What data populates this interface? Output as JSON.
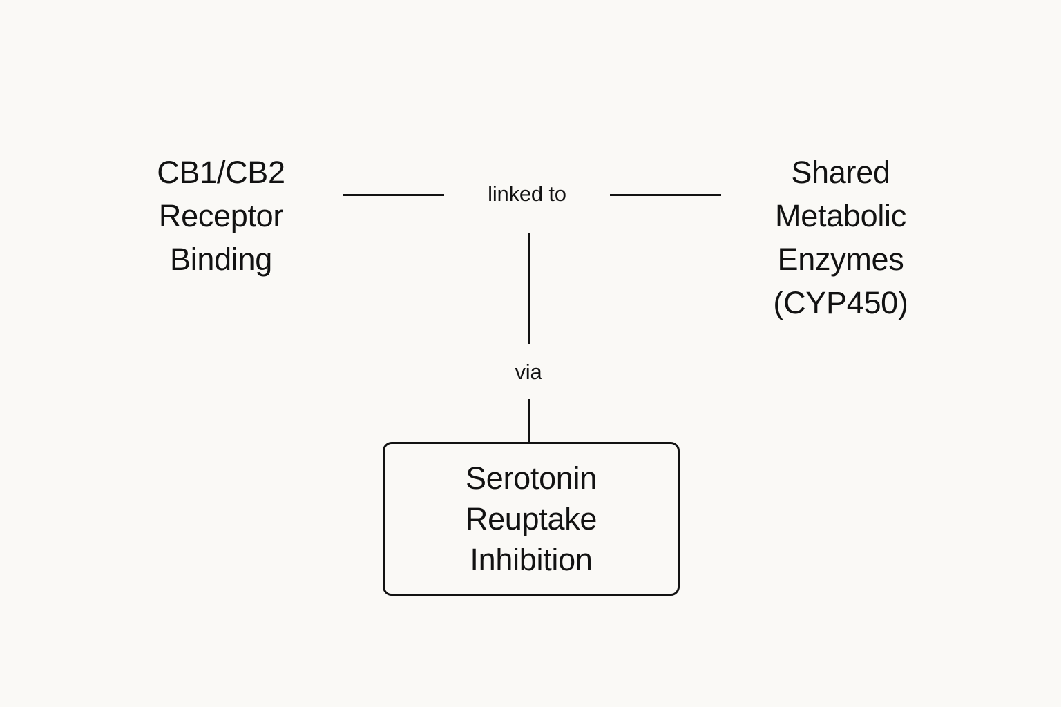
{
  "diagram": {
    "background_color": "#faf9f6",
    "ink_color": "#121212",
    "nodes": [
      {
        "id": "cb1-cb2-receptor-binding",
        "label": "CB1/CB2\nReceptor\nBinding",
        "shape": "plain-text"
      },
      {
        "id": "shared-metabolic-enzymes",
        "label": "Shared\nMetabolic\nEnzymes\n(CYP450)",
        "shape": "plain-text"
      },
      {
        "id": "serotonin-reuptake-inhibition",
        "label": "Serotonin\nReuptake\nInhibition",
        "shape": "rounded-rectangle"
      }
    ],
    "edges": [
      {
        "id": "edge-linked-to",
        "from": "cb1-cb2-receptor-binding",
        "to": "shared-metabolic-enzymes",
        "label": "linked to",
        "orientation": "horizontal"
      },
      {
        "id": "edge-via",
        "from": "edge-linked-to",
        "to": "serotonin-reuptake-inhibition",
        "label": "via",
        "orientation": "vertical"
      }
    ]
  }
}
